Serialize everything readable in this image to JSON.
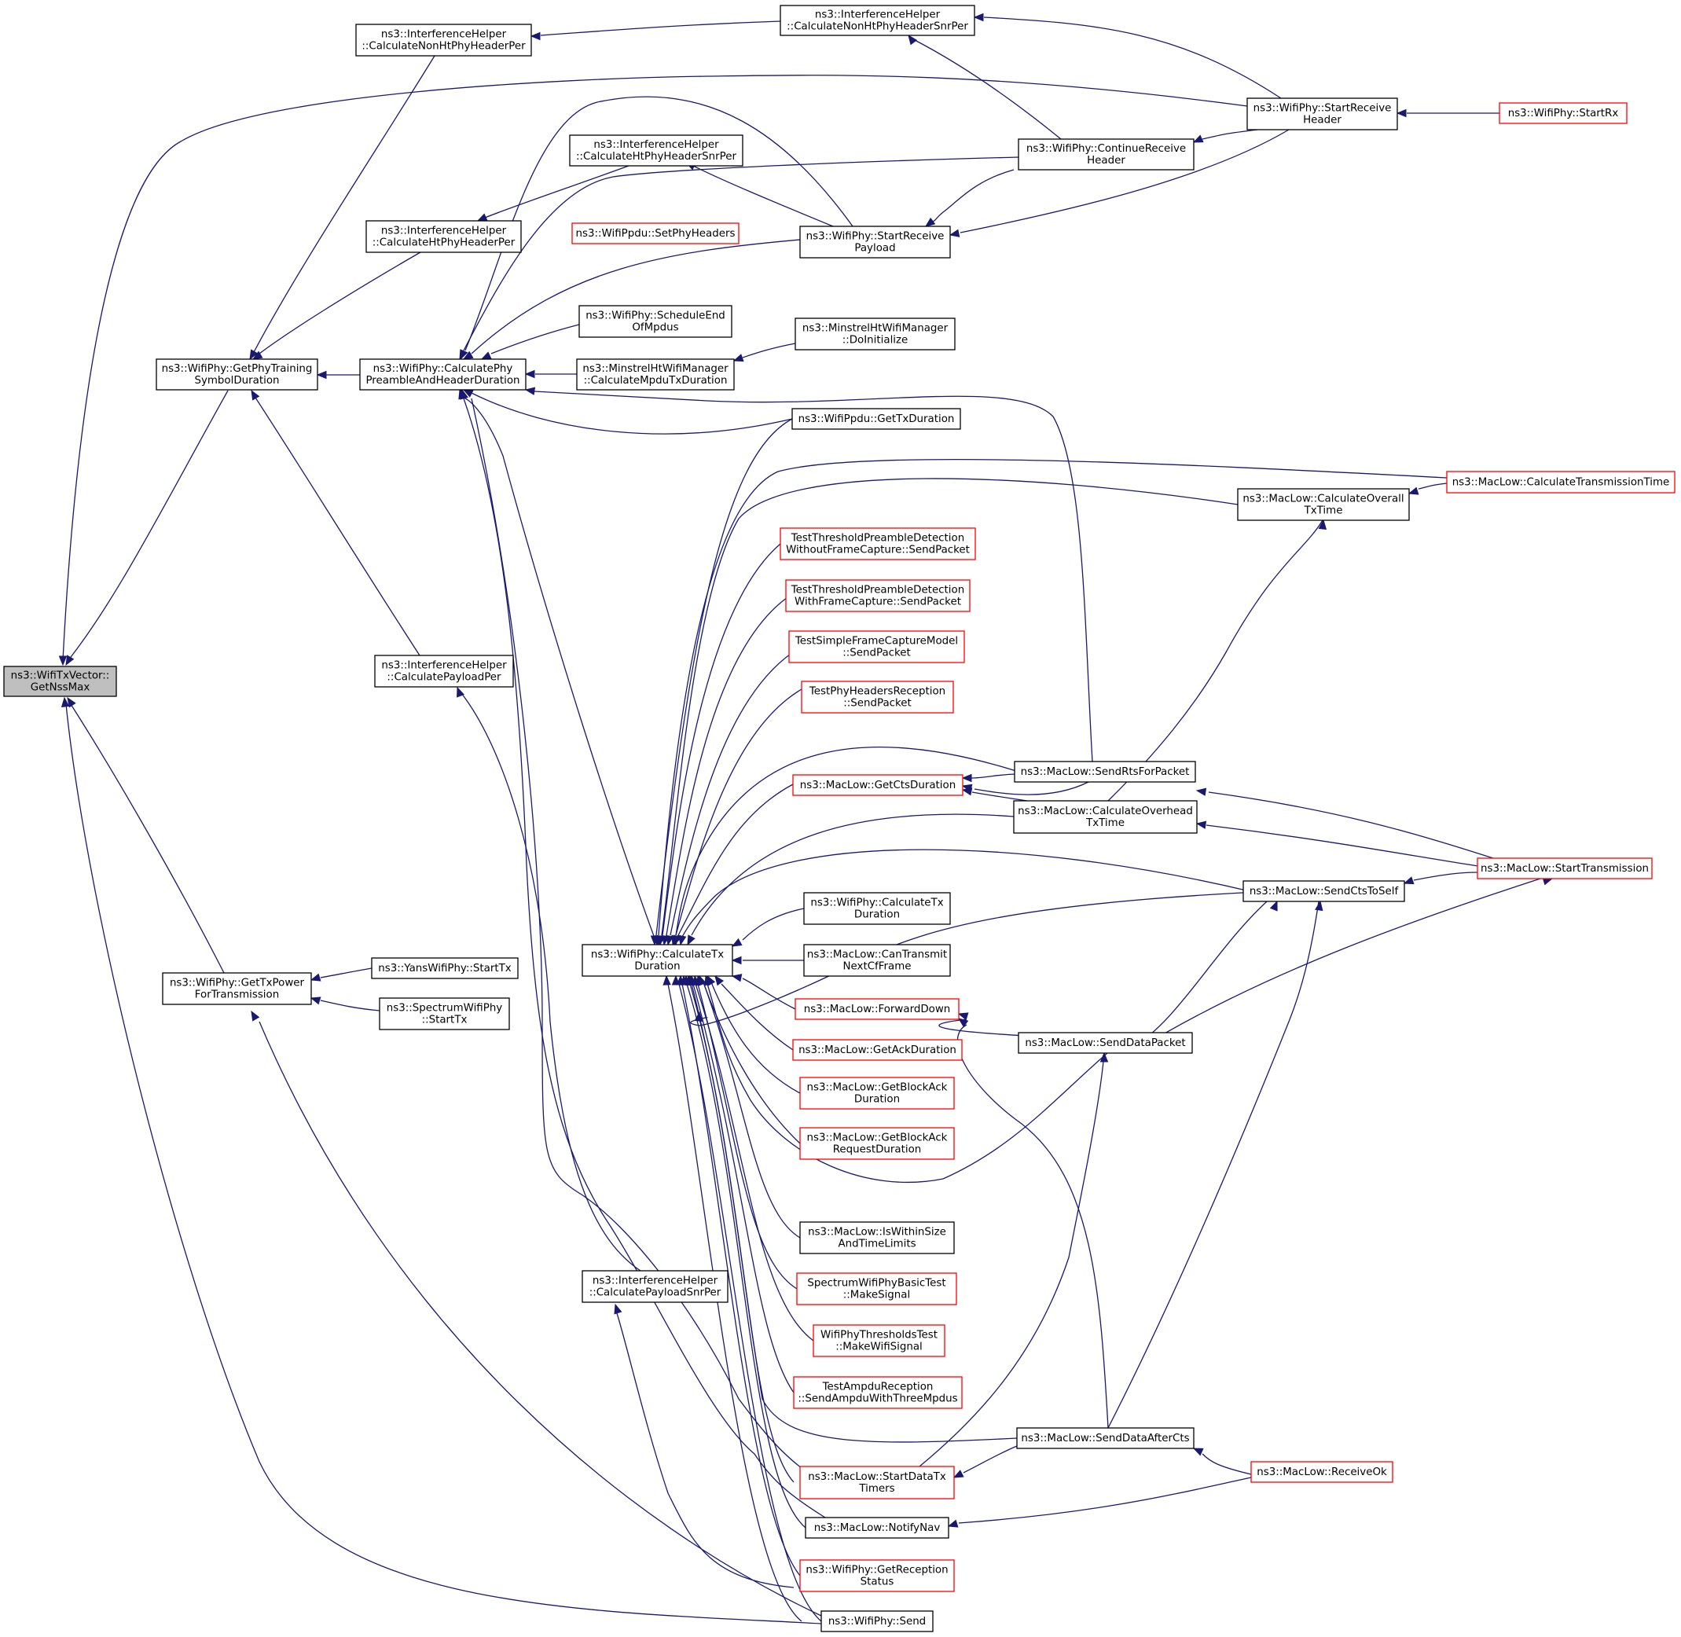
{
  "colors": {
    "edge": "#191970",
    "arrowhead": "#191970",
    "border_normal": "#000000",
    "border_red": "#ff0000",
    "root_fill": "#bfbfbf",
    "node_fill": "#ffffff",
    "text": "#000000"
  },
  "nodes": [
    {
      "id": "n_getnssmax",
      "lines": [
        "ns3::WifiTxVector::",
        "GetNssMax"
      ],
      "style": "root"
    },
    {
      "id": "n_nonht_per",
      "lines": [
        "ns3::InterferenceHelper",
        "::CalculateNonHtPhyHeaderPer"
      ],
      "style": "normal"
    },
    {
      "id": "n_nonht_snrper",
      "lines": [
        "ns3::InterferenceHelper",
        "::CalculateNonHtPhyHeaderSnrPer"
      ],
      "style": "normal"
    },
    {
      "id": "n_startrecv_header",
      "lines": [
        "ns3::WifiPhy::StartReceive",
        "Header"
      ],
      "style": "normal"
    },
    {
      "id": "n_startrx",
      "lines": [
        "ns3::WifiPhy::StartRx"
      ],
      "style": "red"
    },
    {
      "id": "n_ht_snrper",
      "lines": [
        "ns3::InterferenceHelper",
        "::CalculateHtPhyHeaderSnrPer"
      ],
      "style": "normal"
    },
    {
      "id": "n_continue_header",
      "lines": [
        "ns3::WifiPhy::ContinueReceive",
        "Header"
      ],
      "style": "normal"
    },
    {
      "id": "n_ht_per",
      "lines": [
        "ns3::InterferenceHelper",
        "::CalculateHtPhyHeaderPer"
      ],
      "style": "normal"
    },
    {
      "id": "n_setphyheaders",
      "lines": [
        "ns3::WifiPpdu::SetPhyHeaders"
      ],
      "style": "red"
    },
    {
      "id": "n_startrecv_payload",
      "lines": [
        "ns3::WifiPhy::StartReceive",
        "Payload"
      ],
      "style": "normal"
    },
    {
      "id": "n_schedule_end",
      "lines": [
        "ns3::WifiPhy::ScheduleEnd",
        "OfMpdus"
      ],
      "style": "normal"
    },
    {
      "id": "n_minstrel_init",
      "lines": [
        "ns3::MinstrelHtWifiManager",
        "::DoInitialize"
      ],
      "style": "normal"
    },
    {
      "id": "n_training",
      "lines": [
        "ns3::WifiPhy::GetPhyTraining",
        "SymbolDuration"
      ],
      "style": "normal"
    },
    {
      "id": "n_preamble",
      "lines": [
        "ns3::WifiPhy::CalculatePhy",
        "PreambleAndHeaderDuration"
      ],
      "style": "normal"
    },
    {
      "id": "n_minstrel_calc",
      "lines": [
        "ns3::MinstrelHtWifiManager",
        "::CalculateMpduTxDuration"
      ],
      "style": "normal"
    },
    {
      "id": "n_ppdu_gettx",
      "lines": [
        "ns3::WifiPpdu::GetTxDuration"
      ],
      "style": "normal"
    },
    {
      "id": "n_calc_transmission",
      "lines": [
        "ns3::MacLow::CalculateTransmissionTime"
      ],
      "style": "red"
    },
    {
      "id": "n_calc_overall",
      "lines": [
        "ns3::MacLow::CalculateOverall",
        "TxTime"
      ],
      "style": "normal"
    },
    {
      "id": "n_test_without",
      "lines": [
        "TestThresholdPreambleDetection",
        "WithoutFrameCapture::SendPacket"
      ],
      "style": "red"
    },
    {
      "id": "n_test_with",
      "lines": [
        "TestThresholdPreambleDetection",
        "WithFrameCapture::SendPacket"
      ],
      "style": "red"
    },
    {
      "id": "n_payload_per",
      "lines": [
        "ns3::InterferenceHelper",
        "::CalculatePayloadPer"
      ],
      "style": "normal"
    },
    {
      "id": "n_test_simple",
      "lines": [
        "TestSimpleFrameCaptureModel",
        "::SendPacket"
      ],
      "style": "red"
    },
    {
      "id": "n_test_headers",
      "lines": [
        "TestPhyHeadersReception",
        "::SendPacket"
      ],
      "style": "red"
    },
    {
      "id": "n_sendrts",
      "lines": [
        "ns3::MacLow::SendRtsForPacket"
      ],
      "style": "normal"
    },
    {
      "id": "n_getcts",
      "lines": [
        "ns3::MacLow::GetCtsDuration"
      ],
      "style": "red"
    },
    {
      "id": "n_calc_overhead",
      "lines": [
        "ns3::MacLow::CalculateOverhead",
        "TxTime"
      ],
      "style": "normal"
    },
    {
      "id": "n_starttransmission",
      "lines": [
        "ns3::MacLow::StartTransmission"
      ],
      "style": "red"
    },
    {
      "id": "n_sendcts_self",
      "lines": [
        "ns3::MacLow::SendCtsToSelf"
      ],
      "style": "normal"
    },
    {
      "id": "n_calc_tx_dup",
      "lines": [
        "ns3::WifiPhy::CalculateTx",
        "Duration"
      ],
      "style": "normal"
    },
    {
      "id": "n_calctx",
      "lines": [
        "ns3::WifiPhy::CalculateTx",
        "Duration"
      ],
      "style": "normal"
    },
    {
      "id": "n_cantransmit",
      "lines": [
        "ns3::MacLow::CanTransmit",
        "NextCfFrame"
      ],
      "style": "normal"
    },
    {
      "id": "n_gettxpower",
      "lines": [
        "ns3::WifiPhy::GetTxPower",
        "ForTransmission"
      ],
      "style": "normal"
    },
    {
      "id": "n_yans_starttx",
      "lines": [
        "ns3::YansWifiPhy::StartTx"
      ],
      "style": "normal"
    },
    {
      "id": "n_spectrum_starttx",
      "lines": [
        "ns3::SpectrumWifiPhy",
        "::StartTx"
      ],
      "style": "normal"
    },
    {
      "id": "n_forwarddown",
      "lines": [
        "ns3::MacLow::ForwardDown"
      ],
      "style": "red"
    },
    {
      "id": "n_senddatapacket",
      "lines": [
        "ns3::MacLow::SendDataPacket"
      ],
      "style": "normal"
    },
    {
      "id": "n_getack",
      "lines": [
        "ns3::MacLow::GetAckDuration"
      ],
      "style": "red"
    },
    {
      "id": "n_getblockack",
      "lines": [
        "ns3::MacLow::GetBlockAck",
        "Duration"
      ],
      "style": "red"
    },
    {
      "id": "n_getblockack_req",
      "lines": [
        "ns3::MacLow::GetBlockAck",
        "RequestDuration"
      ],
      "style": "red"
    },
    {
      "id": "n_iswithin",
      "lines": [
        "ns3::MacLow::IsWithinSize",
        "AndTimeLimits"
      ],
      "style": "normal"
    },
    {
      "id": "n_spectrum_makesignal",
      "lines": [
        "SpectrumWifiPhyBasicTest",
        "::MakeSignal"
      ],
      "style": "red"
    },
    {
      "id": "n_payload_snrper",
      "lines": [
        "ns3::InterferenceHelper",
        "::CalculatePayloadSnrPer"
      ],
      "style": "normal"
    },
    {
      "id": "n_thresholds_makesignal",
      "lines": [
        "WifiPhyThresholdsTest",
        "::MakeWifiSignal"
      ],
      "style": "red"
    },
    {
      "id": "n_test_ampdu",
      "lines": [
        "TestAmpduReception",
        "::SendAmpduWithThreeMpdus"
      ],
      "style": "red"
    },
    {
      "id": "n_senddata_aftercts",
      "lines": [
        "ns3::MacLow::SendDataAfterCts"
      ],
      "style": "normal"
    },
    {
      "id": "n_startdatatx",
      "lines": [
        "ns3::MacLow::StartDataTx",
        "Timers"
      ],
      "style": "red"
    },
    {
      "id": "n_receiveok",
      "lines": [
        "ns3::MacLow::ReceiveOk"
      ],
      "style": "red"
    },
    {
      "id": "n_notifynav",
      "lines": [
        "ns3::MacLow::NotifyNav"
      ],
      "style": "normal"
    },
    {
      "id": "n_getreception",
      "lines": [
        "ns3::WifiPhy::GetReception",
        "Status"
      ],
      "style": "red"
    },
    {
      "id": "n_send",
      "lines": [
        "ns3::WifiPhy::Send"
      ],
      "style": "normal"
    }
  ]
}
